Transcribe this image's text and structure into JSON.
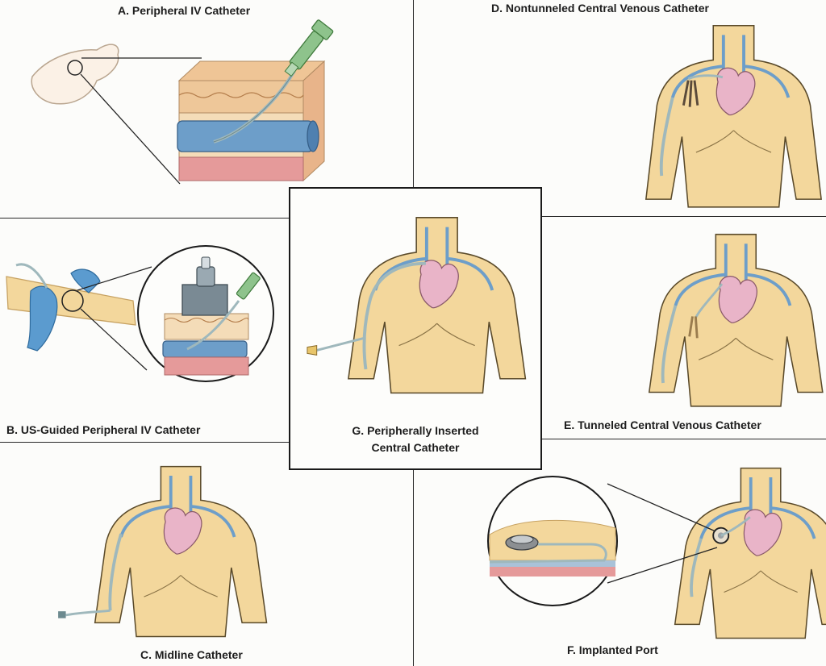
{
  "panels": {
    "a": {
      "label": "A. Peripheral IV Catheter"
    },
    "b": {
      "label": "B. US-Guided Peripheral IV Catheter"
    },
    "c": {
      "label": "C. Midline Catheter"
    },
    "d": {
      "label": "D. Nontunneled Central Venous Catheter"
    },
    "e": {
      "label": "E. Tunneled Central Venous Catheter"
    },
    "f": {
      "label": "F. Implanted Port"
    },
    "g": {
      "label_line1": "G. Peripherally Inserted",
      "label_line2": "Central Catheter"
    }
  },
  "colors": {
    "skin": "#f3d79c",
    "skin_edge": "#c7a262",
    "vein": "#6d9ec9",
    "heart": "#e9b4c8",
    "catheter": "#9fb8bc",
    "syringe": "#8ec38c",
    "tissue_top": "#e8bb8a",
    "tissue_red": "#e59a9a",
    "glove": "#5b9bcf",
    "probe": "#7a8a94"
  }
}
